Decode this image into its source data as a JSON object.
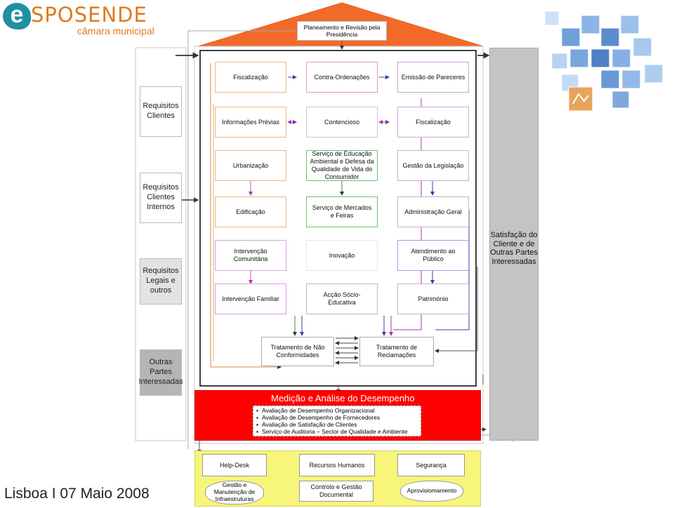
{
  "logo": {
    "brand": "SPOSENDE",
    "letter": "e",
    "subtitle": "câmara municipal"
  },
  "footer": {
    "date": "Lisboa I 07 Maio 2008"
  },
  "roof": {
    "label": "Planeamento e Revisão pela Presidência",
    "color": "#f26a2a"
  },
  "left_inputs": [
    {
      "label": "Requisitos Clientes"
    },
    {
      "label": "Requisitos Clientes Internos"
    },
    {
      "label": "Requisitos Legais e outros"
    },
    {
      "label": "Outras Partes Interessadas"
    }
  ],
  "right_output": {
    "label": "Satisfação do Cliente e de Outras Partes Interessadas"
  },
  "processes": {
    "col1": [
      "Fiscalização",
      "Informações Prévias",
      "Urbanização",
      "Edificação",
      "Intervenção Comunitária",
      "Intervenção Familiar"
    ],
    "col2": [
      "Contra-Ordenações",
      "Contencioso",
      "Serviço de Educação Ambiental e Defesa da Qualidade de Vida do Consumidor",
      "Serviço de Mercados e Feiras",
      "Inovação",
      "Acção Sócio-Educativa"
    ],
    "col3": [
      "Emissão de Pareceres",
      "Fiscalização",
      "Gestão da Legislação",
      "Administração Geral",
      "Atendimento ao Público",
      "Património"
    ]
  },
  "treatments": {
    "nonconformities": "Tratamento de Não Conformidades",
    "complaints": "Tratamento de Reclamações"
  },
  "measurement": {
    "title": "Medição e Análise do Desempenho",
    "items": [
      "Avaliação de Desempenho Organizacional",
      "Avaliação de Desempenho de Fornecedores",
      "Avaliação de Satisfação de Clientes",
      "Serviço de Auditoria – Sector de Qualidade e Ambiente"
    ],
    "color": "#ff0000"
  },
  "support": {
    "row1": [
      "Help-Desk",
      "Recursos Humanos",
      "Segurança"
    ],
    "row2": [
      "Gestão e Manutenção de Infraestruturas",
      "Controlo e Gestão Documental",
      "Aprovisiomamento"
    ],
    "color": "#f7f57a"
  }
}
